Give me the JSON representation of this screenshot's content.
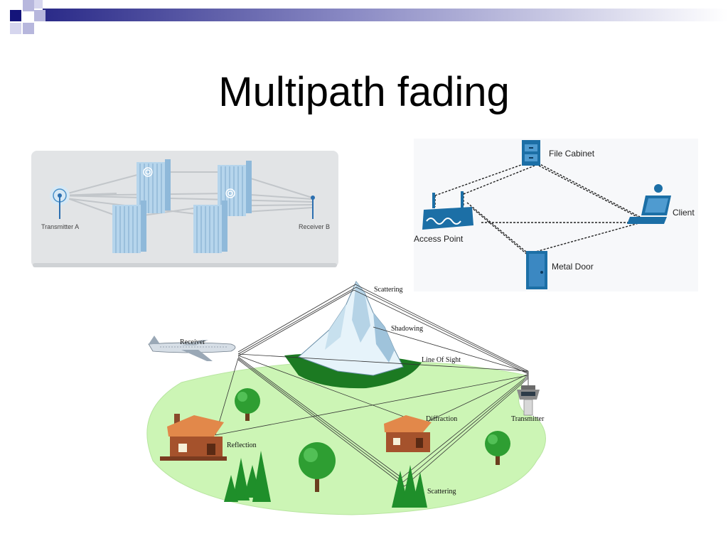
{
  "slide": {
    "title": "Multipath fading"
  },
  "urban_diagram": {
    "transmitter_label": "Transmitter A",
    "receiver_label": "Receiver B"
  },
  "indoor_diagram": {
    "file_cabinet_label": "File Cabinet",
    "client_label": "Client",
    "access_point_label": "Access Point",
    "metal_door_label": "Metal Door"
  },
  "terrain_diagram": {
    "scattering_top_label": "Scattering",
    "shadowing_label": "Shadowing",
    "receiver_label": "Receiver",
    "line_of_sight_label": "Line Of Sight",
    "diffraction_label": "Diffraction",
    "transmitter_label": "Transmitter",
    "reflection_label": "Reflection",
    "scattering_bottom_label": "Scattering"
  },
  "colors": {
    "deco_dark": "#1a1a80",
    "deco_light": "#9999cc",
    "ground": "#ccf5b5",
    "tree": "#2e9e32",
    "building": "#a9d0ea"
  }
}
